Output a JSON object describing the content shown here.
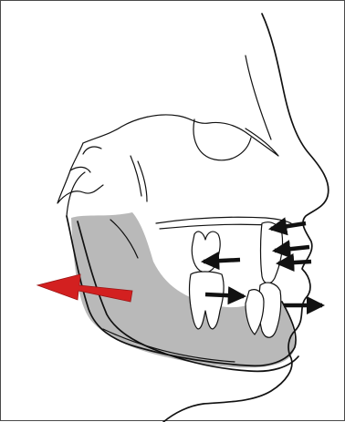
{
  "colors": {
    "background": "#ffffff",
    "mandible_fill": "#b9b9b9",
    "outline": "#111111",
    "large_arrow": "#d32020",
    "small_arrows": "#111111"
  },
  "illustration": {
    "large_arrow": {
      "direction": "left",
      "color": "#d32020"
    },
    "small_arrows": [
      {
        "direction": "left"
      },
      {
        "direction": "right"
      },
      {
        "direction": "left"
      },
      {
        "direction": "left"
      },
      {
        "direction": "left"
      },
      {
        "direction": "right"
      }
    ]
  }
}
